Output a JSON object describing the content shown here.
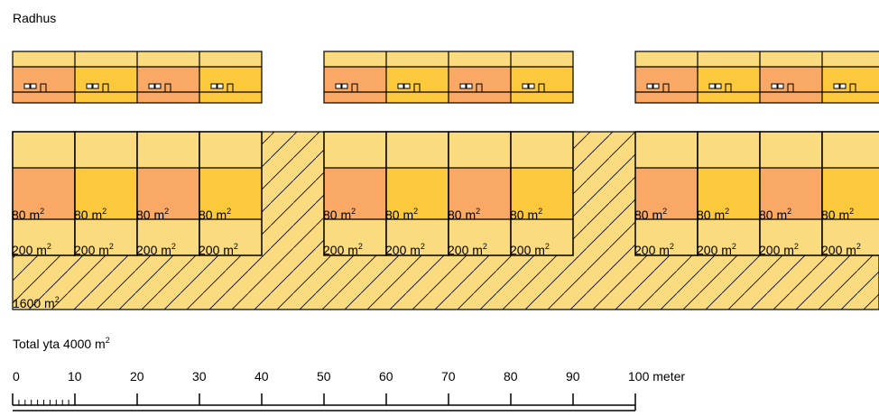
{
  "title": "Radhus",
  "colors": {
    "lot_light": "#FBDB80",
    "unit_orange": "#F9A866",
    "unit_yellow": "#FBC93B",
    "house_light": "#FBDB80",
    "outline": "#000000",
    "hatch": "#000000"
  },
  "rows": [
    {
      "units": 4
    },
    {
      "units": 4
    },
    {
      "units": 4
    }
  ],
  "unit_area_label": "80 m",
  "lot_area_label": "200 m",
  "common_area_label": "1600 m",
  "area_superscript": "2",
  "total": {
    "label": "Total yta 4000 m",
    "superscript": "2"
  },
  "scale": {
    "ticks": [
      "0",
      "10",
      "20",
      "30",
      "40",
      "50",
      "60",
      "70",
      "80",
      "90",
      "100 meter"
    ]
  }
}
